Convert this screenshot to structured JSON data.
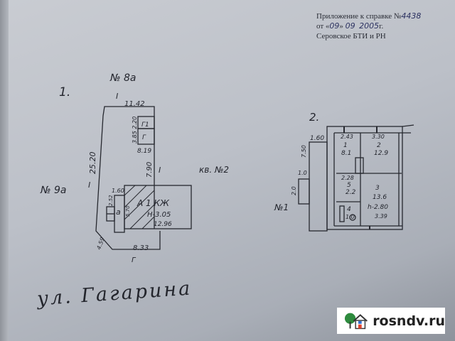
{
  "header": {
    "line1": "Приложение к справке №",
    "ref_no": "4438",
    "line2_prefix": "от «",
    "day": "09",
    "line2_mid": "»",
    "month": "09",
    "year": "2005",
    "year_suffix": "г.",
    "line3": "Серовское БТИ и РН"
  },
  "plan1": {
    "number": "1.",
    "north_neighbor": "№ 8а",
    "west_neighbor": "№ 9а",
    "east_label": "кв. №2",
    "top_mark": "I",
    "top_len": "11.42",
    "left_len": "25.20",
    "left_mark": "I",
    "shed1": "Г1",
    "shed2": "Г",
    "shed_dims": "3.85 2.20",
    "shed_width": "8.19",
    "right_len": "7.90",
    "right_mark": "I",
    "house_label": "А 1 КЖ",
    "house_height": "Н-3.05",
    "house_len": "12.96",
    "annex_top": "1.60",
    "annex_side": "2.52",
    "annex_label": "а",
    "house_side": "5.70",
    "diag_len": "4.59",
    "bottom_len": "8.33",
    "bottom_mark": "Г"
  },
  "plan2": {
    "number": "2.",
    "porch_width": "1.60",
    "porch_len": "7.50",
    "step_len": "1.0",
    "step_side": "2.0",
    "neighbor": "№1",
    "rooms": [
      {
        "no": "1",
        "area": "8.1",
        "width": "2.43"
      },
      {
        "no": "2",
        "area": "12.9",
        "width": "3.30"
      },
      {
        "no": "5",
        "area": "2.2",
        "width": "2.28"
      },
      {
        "no": "3",
        "area": "13.6",
        "width": "3.39"
      },
      {
        "no": "4",
        "area": "1.0"
      }
    ],
    "ceiling": "h-2.80"
  },
  "street": "ул. Гагарина",
  "watermark": {
    "text": "rosndv.ru",
    "tree_color": "#2e8b3e",
    "door_color": "#e0452f",
    "window_color": "#2f6fd0"
  }
}
